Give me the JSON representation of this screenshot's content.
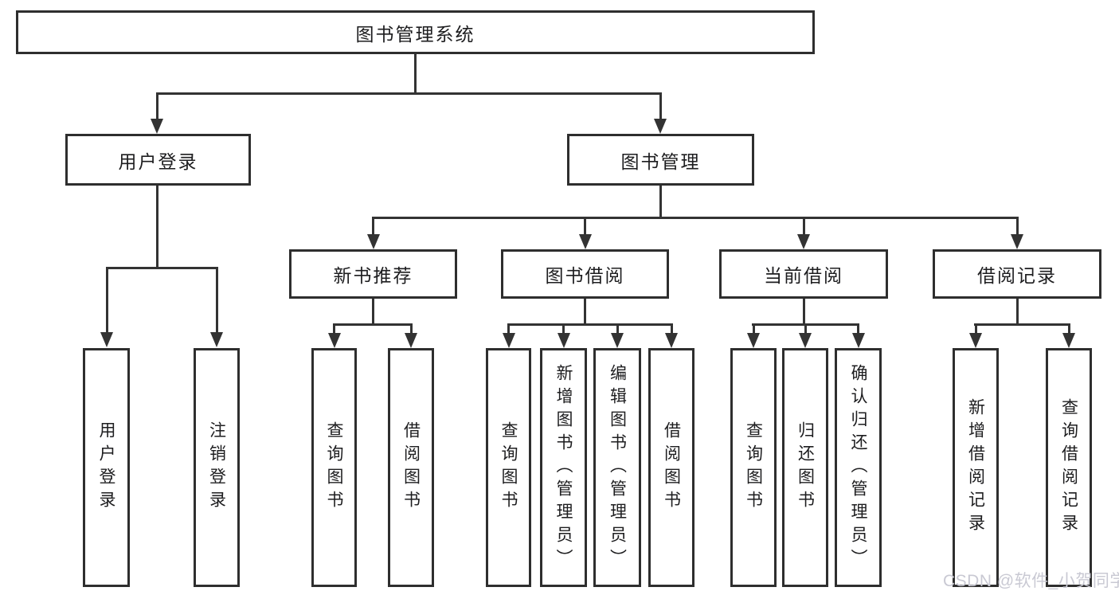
{
  "title": "图书管理系统",
  "watermark": {
    "text": "CSDN @软件_小贺同学"
  },
  "colors": {
    "line": "#333333",
    "border": "#2e2e2e",
    "text": "#1d1d1f",
    "watermark": "#c9c9d3",
    "background": "#ffffff"
  },
  "tree": {
    "root": {
      "label": "图书管理系统",
      "children": [
        {
          "label": "用户登录",
          "children": [
            {
              "label": "用户登录"
            },
            {
              "label": "注销登录"
            }
          ]
        },
        {
          "label": "图书管理",
          "children": [
            {
              "label": "新书推荐",
              "children": [
                {
                  "label": "查询图书"
                },
                {
                  "label": "借阅图书"
                }
              ]
            },
            {
              "label": "图书借阅",
              "children": [
                {
                  "label": "查询图书"
                },
                {
                  "label": "新增图书（管理员）"
                },
                {
                  "label": "编辑图书（管理员）"
                },
                {
                  "label": "借阅图书"
                }
              ]
            },
            {
              "label": "当前借阅",
              "children": [
                {
                  "label": "查询图书"
                },
                {
                  "label": "归还图书"
                },
                {
                  "label": "确认归还（管理员）"
                }
              ]
            },
            {
              "label": "借阅记录",
              "children": [
                {
                  "label": "新增借阅记录"
                },
                {
                  "label": "查询借阅记录"
                }
              ]
            }
          ]
        }
      ]
    }
  }
}
